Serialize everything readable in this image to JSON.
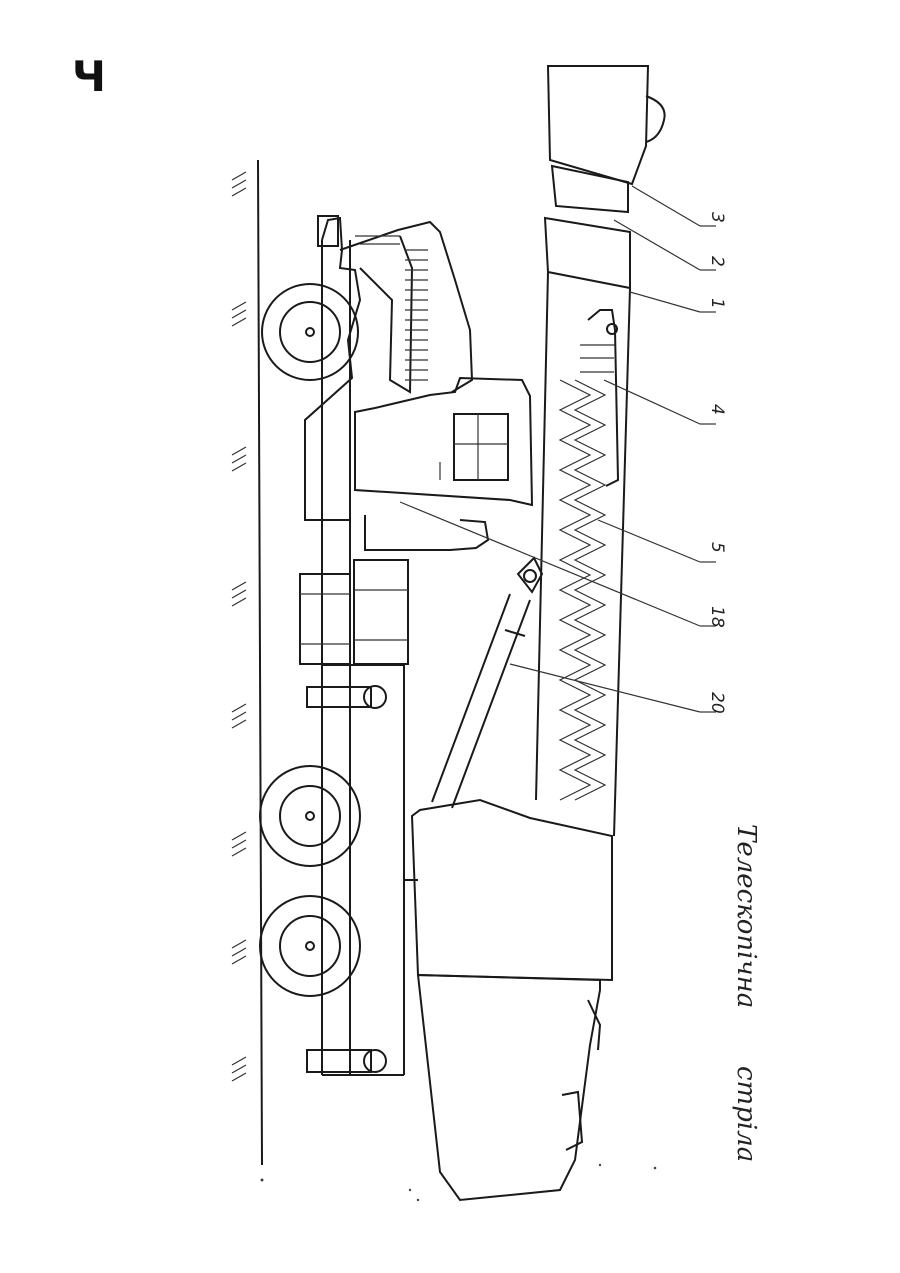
{
  "page": {
    "number": "Ч"
  },
  "diagram": {
    "caption_word_1": "Телескопічна",
    "caption_word_2": "стріла",
    "callouts": [
      {
        "id": "c3",
        "label": "3"
      },
      {
        "id": "c2",
        "label": "2"
      },
      {
        "id": "c1",
        "label": "1"
      },
      {
        "id": "c4",
        "label": "4"
      },
      {
        "id": "c5",
        "label": "5"
      },
      {
        "id": "c18",
        "label": "18"
      },
      {
        "id": "c20",
        "label": "20"
      }
    ]
  }
}
